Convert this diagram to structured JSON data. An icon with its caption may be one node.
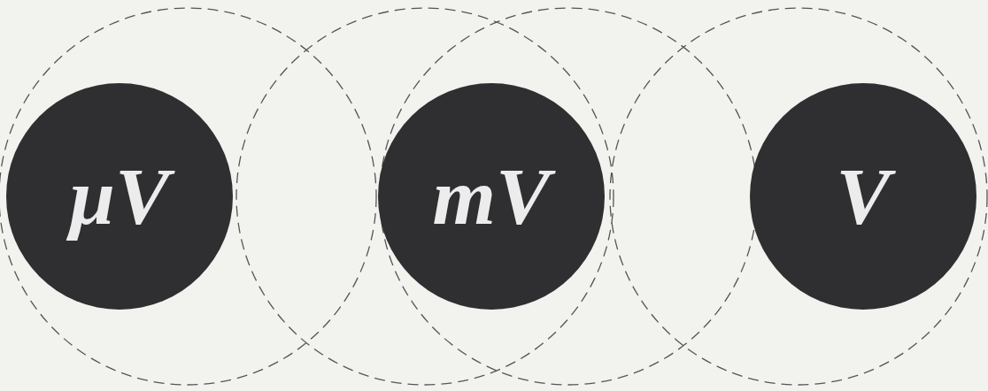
{
  "diagram": {
    "nodes": [
      {
        "text": [],
        "shape": "circle"
      },
      {
        "text": [
          "μV"
        ],
        "in": 0
      },
      {
        "text": [],
        "shape": "circle"
      },
      {
        "text": [],
        "shape": "circle"
      },
      {
        "text": [
          "mV"
        ]
      },
      {
        "text": [],
        "shape": "circle"
      },
      {
        "text": [
          "V"
        ],
        "in": 5
      }
    ]
  }
}
